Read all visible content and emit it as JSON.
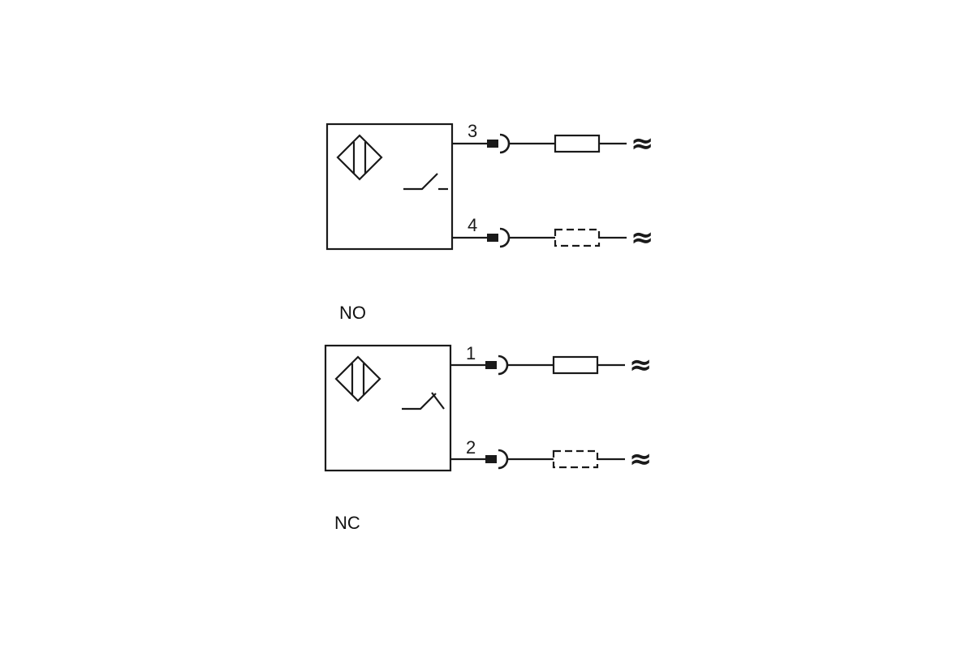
{
  "no_block": {
    "label": "NO",
    "pins": [
      "3",
      "4"
    ],
    "ac_symbols": [
      "≈",
      "≈"
    ]
  },
  "nc_block": {
    "label": "NC",
    "pins": [
      "1",
      "2"
    ],
    "ac_symbols": [
      "≈",
      "≈"
    ]
  },
  "icons": [
    "inductive-sensor-symbol",
    "normally-open-switch-symbol",
    "normally-closed-switch-symbol",
    "connector-plug",
    "resistor-load",
    "optional-load-dashed"
  ]
}
